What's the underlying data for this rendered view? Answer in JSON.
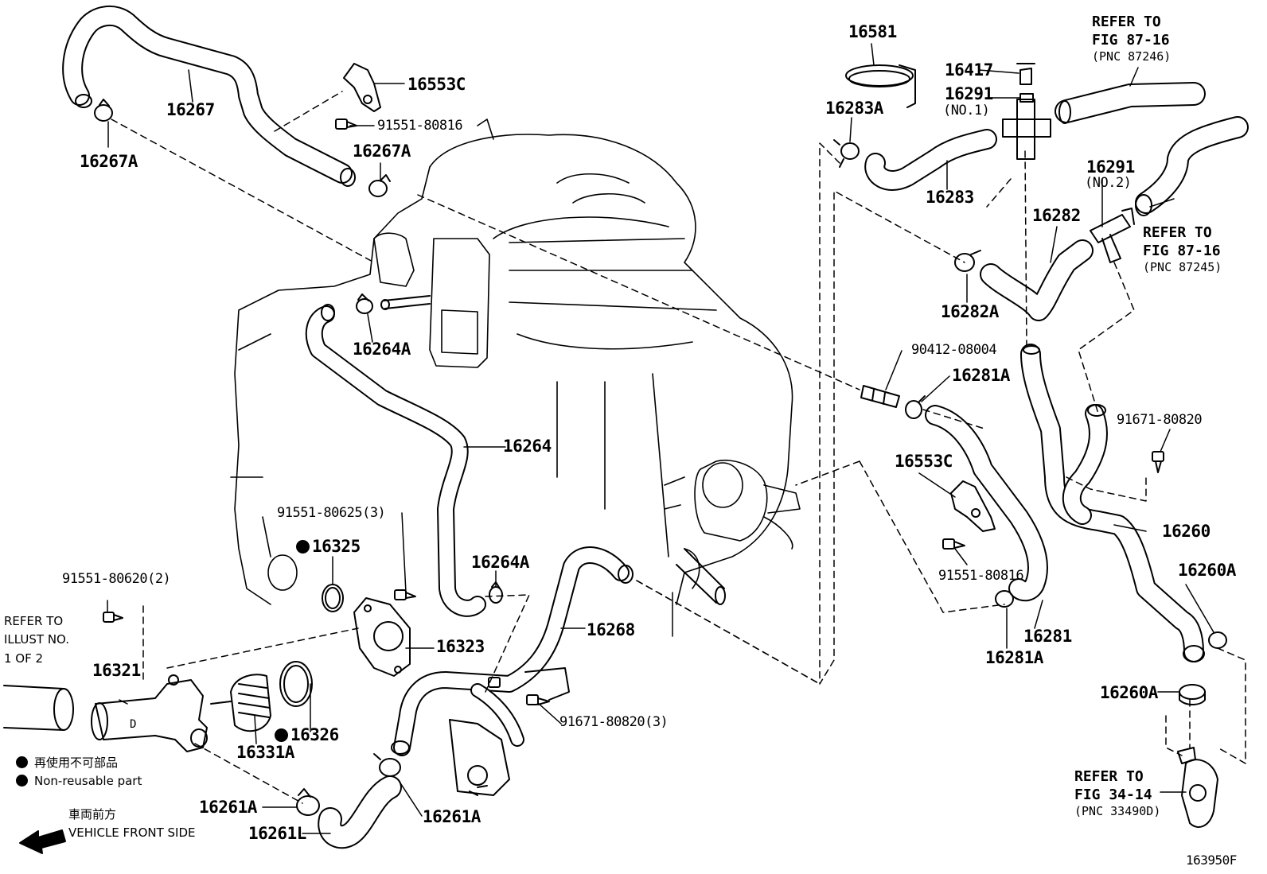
{
  "labels": {
    "p16267": "16267",
    "p16267A_left": "16267A",
    "p16267A_mid": "16267A",
    "p16553C_top": "16553C",
    "p91551_80816_top": "91551-80816",
    "p16264A_top": "16264A",
    "p16264": "16264",
    "p91551_80625": "91551-80625(3)",
    "p16325": "16325",
    "p91551_80620": "91551-80620(2)",
    "p16321": "16321",
    "p16323": "16323",
    "p16326": "16326",
    "p16331A": "16331A",
    "p16264A_bot": "16264A",
    "p16268": "16268",
    "p91671_80820_3": "91671-80820(3)",
    "p16261A_left": "16261A",
    "p16261A_right": "16261A",
    "p16261L": "16261L",
    "p16581": "16581",
    "p16417": "16417",
    "p16291_no1": "16291",
    "p16291_no1_sub": "(NO.1)",
    "p16283A": "16283A",
    "p16283": "16283",
    "p16291_no2": "16291",
    "p16291_no2_sub": "(NO.2)",
    "p16282": "16282",
    "p16282A": "16282A",
    "p90412_08004": "90412-08004",
    "p16281A_top": "16281A",
    "p91671_80820": "91671-80820",
    "p16553C_right": "16553C",
    "p91551_80816_right": "91551-80816",
    "p16260": "16260",
    "p16260A_top": "16260A",
    "p16281": "16281",
    "p16281A_bot": "16281A",
    "p16260A_bot": "16260A"
  },
  "refs": {
    "top_right_1": "REFER TO",
    "top_right_2": "FIG 87-16",
    "top_right_3": "(PNC 87246)",
    "mid_right_1": "REFER TO",
    "mid_right_2": "FIG 87-16",
    "mid_right_3": "(PNC 87245)",
    "bot_right_1": "REFER TO",
    "bot_right_2": "FIG 34-14",
    "bot_right_3": "(PNC 33490D)",
    "left_1": "REFER TO",
    "left_2": "ILLUST NO.",
    "left_3": "1 OF 2"
  },
  "legend": {
    "jp": "再使用不可部品",
    "en": "Non-reusable part"
  },
  "front": {
    "jp": "車両前方",
    "en": "VEHICLE FRONT SIDE"
  },
  "figure_id": "163950F",
  "thermostat_mark": "D"
}
